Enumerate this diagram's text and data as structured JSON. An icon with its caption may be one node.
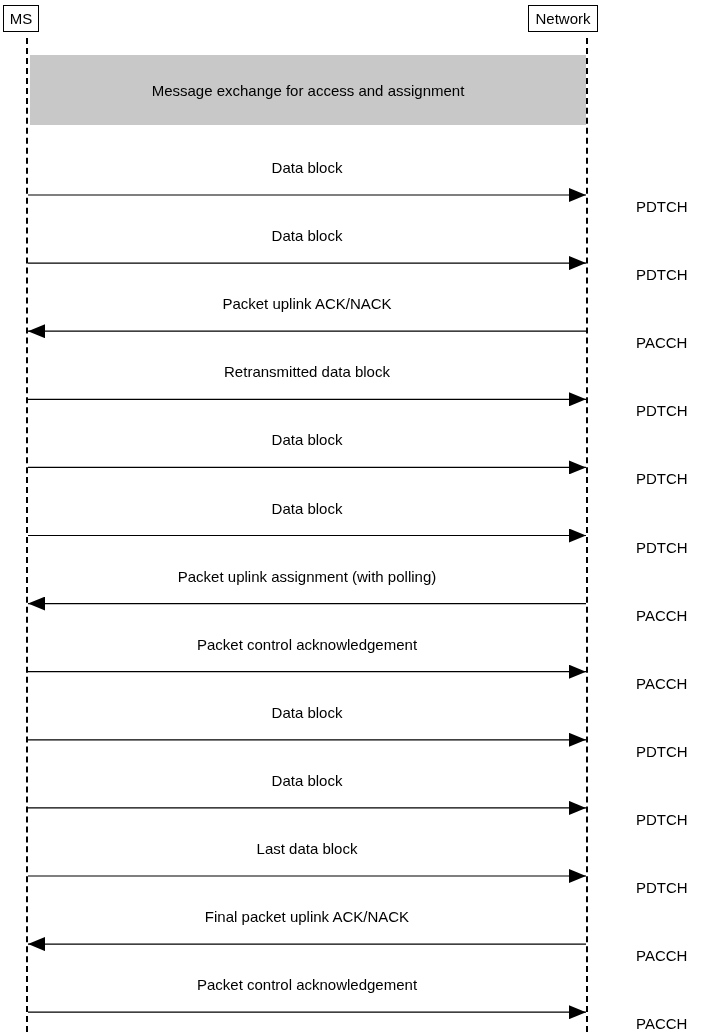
{
  "diagram": {
    "nodes": [
      {
        "text": [
          "MS"
        ]
      },
      {
        "text": [
          "Network"
        ]
      },
      {
        "text": [],
        "shape": "line"
      },
      {
        "text": [],
        "shape": "line"
      },
      {
        "text": [
          "Message exchange for access and assignment"
        ]
      }
    ],
    "edges": [
      {
        "from": 2,
        "to": 3,
        "arrow": "to",
        "label": "Data block"
      },
      {
        "from": 2,
        "to": 3,
        "arrow": "to",
        "label": "Data block"
      },
      {
        "from": 3,
        "to": 2,
        "arrow": "to",
        "label": "Packet uplink ACK/NACK"
      },
      {
        "from": 2,
        "to": 3,
        "arrow": "to",
        "label": "Retransmitted data block"
      },
      {
        "from": 2,
        "to": 3,
        "arrow": "to",
        "label": "Data block"
      },
      {
        "from": 2,
        "to": 3,
        "arrow": "to",
        "label": "Data block"
      },
      {
        "from": 3,
        "to": 2,
        "arrow": "to",
        "label": "Packet uplink assignment (with polling)"
      },
      {
        "from": 2,
        "to": 3,
        "arrow": "to",
        "label": "Packet control acknowledgement"
      },
      {
        "from": 2,
        "to": 3,
        "arrow": "to",
        "label": "Data block"
      },
      {
        "from": 2,
        "to": 3,
        "arrow": "to",
        "label": "Data block"
      },
      {
        "from": 2,
        "to": 3,
        "arrow": "to",
        "label": "Last data block"
      },
      {
        "from": 3,
        "to": 2,
        "arrow": "to",
        "label": "Final packet uplink ACK/NACK"
      },
      {
        "from": 2,
        "to": 3,
        "arrow": "to",
        "label": "Packet control acknowledgement"
      }
    ],
    "labels": [
      "PDTCH",
      "PDTCH",
      "PACCH",
      "PDTCH",
      "PDTCH",
      "PDTCH",
      "PACCH",
      "PACCH",
      "PDTCH",
      "PDTCH",
      "PDTCH",
      "PACCH",
      "PACCH"
    ]
  }
}
